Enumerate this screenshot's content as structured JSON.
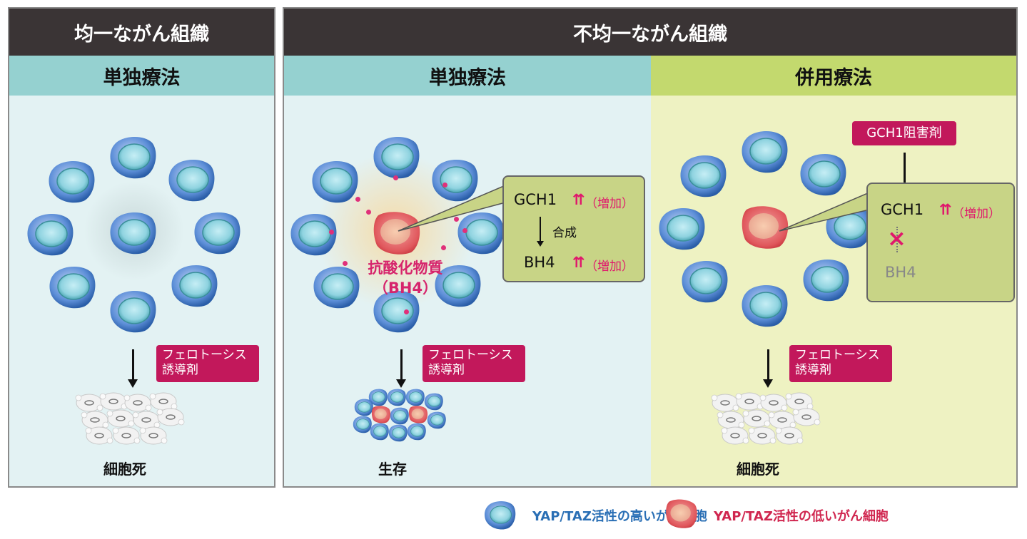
{
  "left_panel": {
    "title": "均一ながん組織",
    "therapy": "単独療法",
    "drug_label": "フェロトーシス\n誘導剤",
    "outcome": "細胞死"
  },
  "right_panel": {
    "title": "不均一ながん組織",
    "mono": {
      "therapy": "単独療法",
      "antioxidant_line1": "抗酸化物質",
      "antioxidant_line2": "（BH4）",
      "callout": {
        "gene": "GCH1",
        "gene_change": "（増加）",
        "synthesis": "合成",
        "product": "BH4",
        "product_change": "（増加）"
      },
      "drug_label": "フェロトーシス\n誘導剤",
      "outcome": "生存"
    },
    "combo": {
      "therapy": "併用療法",
      "inhibitor": "GCH1阻害剤",
      "callout": {
        "gene": "GCH1",
        "gene_change": "（増加）",
        "blocked_symbol": "×",
        "product": "BH4"
      },
      "drug_label": "フェロトーシス\n誘導剤",
      "outcome": "細胞死"
    }
  },
  "legend": {
    "high": "YAP/TAZ活性の高いがん細胞",
    "low": "YAP/TAZ活性の低いがん細胞"
  },
  "icons": {
    "up_arrows": "⇈"
  },
  "colors": {
    "header_dark": "#3a3435",
    "mono_header": "#95d1d0",
    "mono_body": "#e3f2f3",
    "combo_header": "#c3d96e",
    "combo_body": "#eef2c2",
    "drug_box": "#c2185b",
    "accent_pink": "#e0186c",
    "legend_blue": "#2a6fb5",
    "legend_red": "#d0264f"
  }
}
